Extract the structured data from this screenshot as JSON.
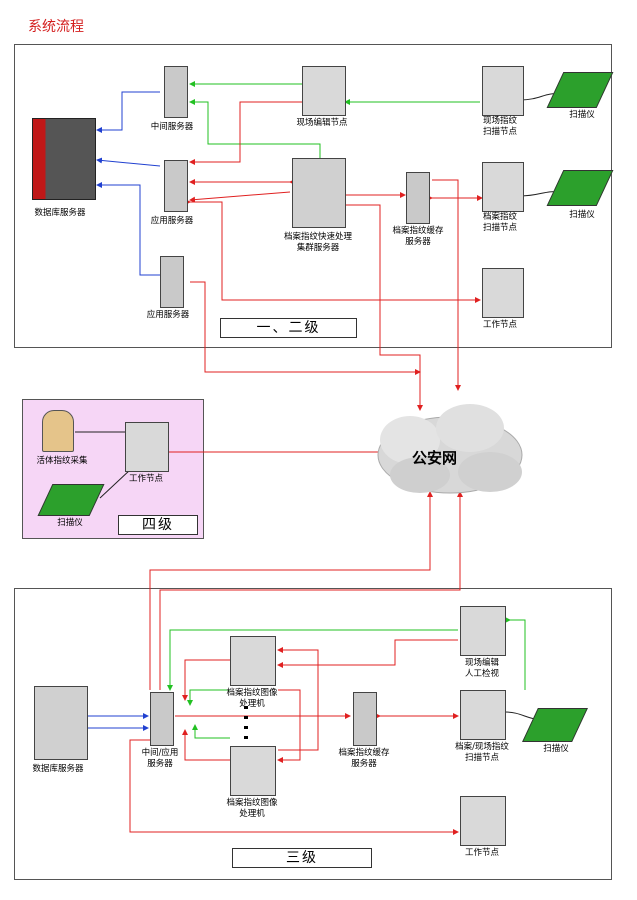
{
  "page_title": "系统流程",
  "levels": {
    "level12": "一、二级",
    "level4": "四级",
    "level3": "三级"
  },
  "cloud": {
    "label": "公安网"
  },
  "labels": {
    "db_server_top": "数据库服务器",
    "middle_server": "中间服务器",
    "app_server_1": "应用服务器",
    "app_server_2": "应用服务器",
    "site_edit_node": "现场编辑节点",
    "site_scan_node": "现场指纹\n扫描节点",
    "scanner_1": "扫描仪",
    "archive_cluster": "档案指纹快速处理\n集群服务器",
    "archive_cache_top": "档案指纹缓存\n服务器",
    "archive_scan_node": "档案指纹\n扫描节点",
    "scanner_2": "扫描仪",
    "work_node_top": "工作节点",
    "live_capture": "活体指纹采集",
    "work_node_l4": "工作节点",
    "scanner_l4": "扫描仪",
    "db_server_l3": "数据库服务器",
    "mid_app_server": "中间/应用\n服务器",
    "img_proc_1": "档案指纹图像\n处理机",
    "img_proc_2": "档案指纹图像\n处理机",
    "archive_cache_l3": "档案指纹缓存\n服务器",
    "site_edit_review": "现场编辑\n人工检视",
    "archive_site_scan": "档案/现场指纹\n扫描节点",
    "scanner_l3": "扫描仪",
    "work_node_l3": "工作节点"
  },
  "colors": {
    "red_link": "#e02020",
    "green_link": "#22c022",
    "blue_link": "#2040d0",
    "title": "#d42020"
  }
}
